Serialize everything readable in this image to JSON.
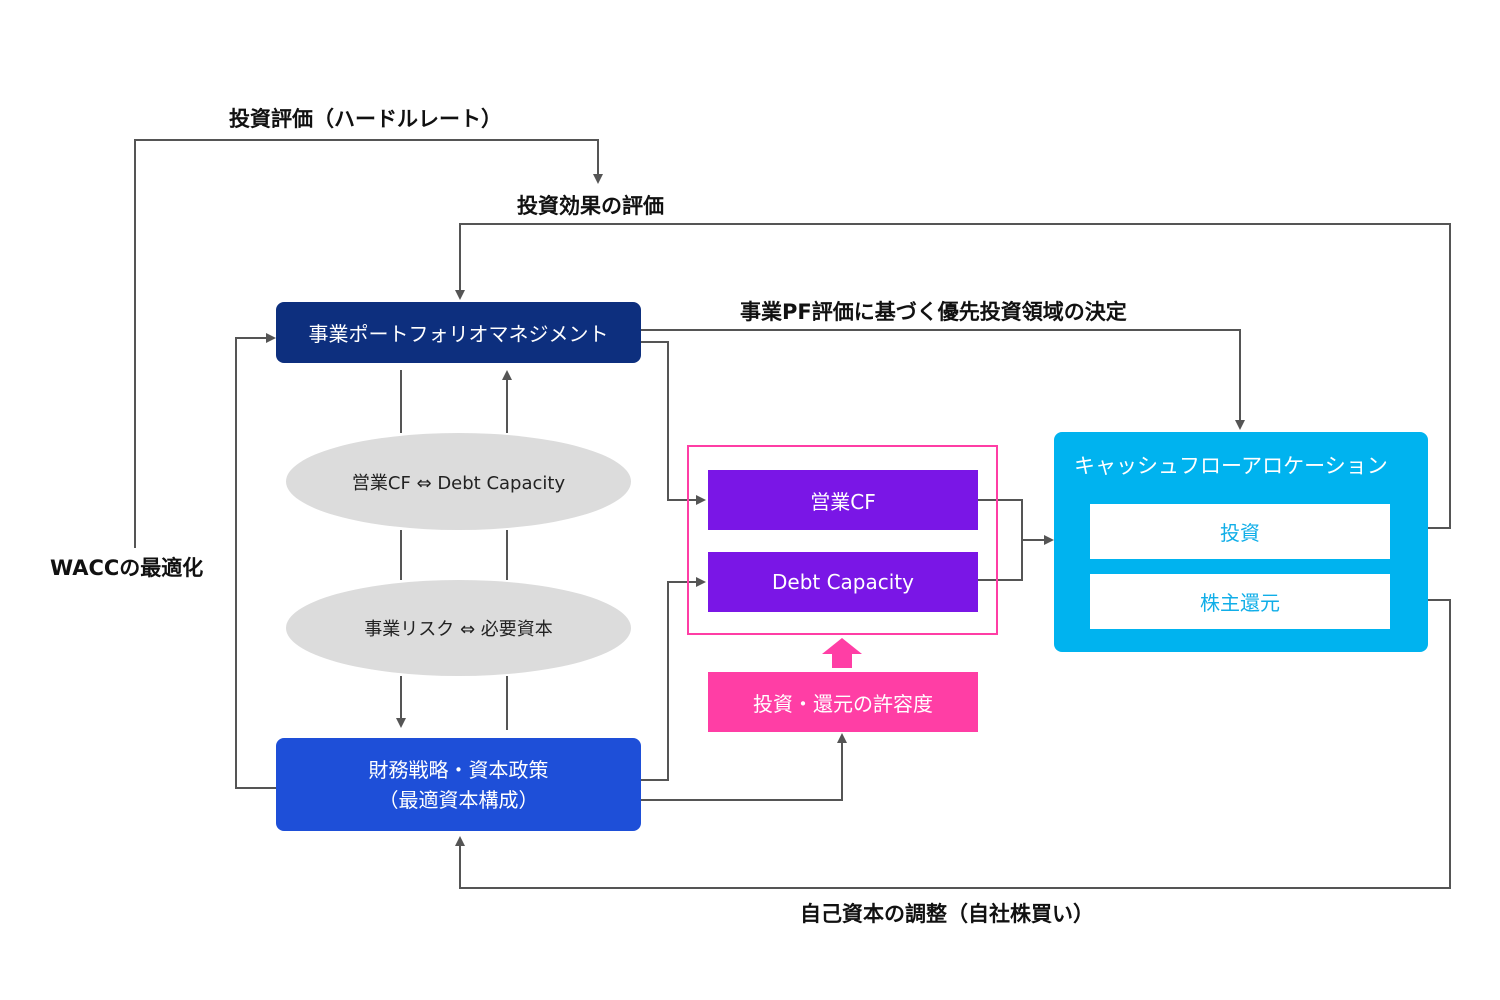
{
  "labels": {
    "hurdle_rate": "投資評価（ハードルレート）",
    "investment_effect": "投資効果の評価",
    "priority_decision": "事業PF評価に基づく優先投資領域の決定",
    "wacc": "WACCの最適化",
    "equity_adjust": "自己資本の調整（自社株買い）"
  },
  "boxes": {
    "portfolio_mgmt": "事業ポートフォリオマネジメント",
    "financial_strategy_line1": "財務戦略・資本政策",
    "financial_strategy_line2": "（最適資本構成）",
    "operating_cf": "営業CF",
    "debt_capacity": "Debt Capacity",
    "tolerance": "投資・還元の許容度",
    "cash_allocation": "キャッシュフローアロケーション",
    "investment": "投資",
    "shareholder_return": "株主還元"
  },
  "ovals": {
    "cf_debt": "営業CF ⇔ Debt Capacity",
    "risk_capital": "事業リスク ⇔ 必要資本"
  },
  "colors": {
    "navy": "#0d2f7e",
    "blue": "#1e4fd8",
    "purple": "#7a16e6",
    "pink": "#ff3ea5",
    "cyan": "#00b3ef",
    "gray_oval": "#dcdcdc",
    "line": "#555555"
  }
}
